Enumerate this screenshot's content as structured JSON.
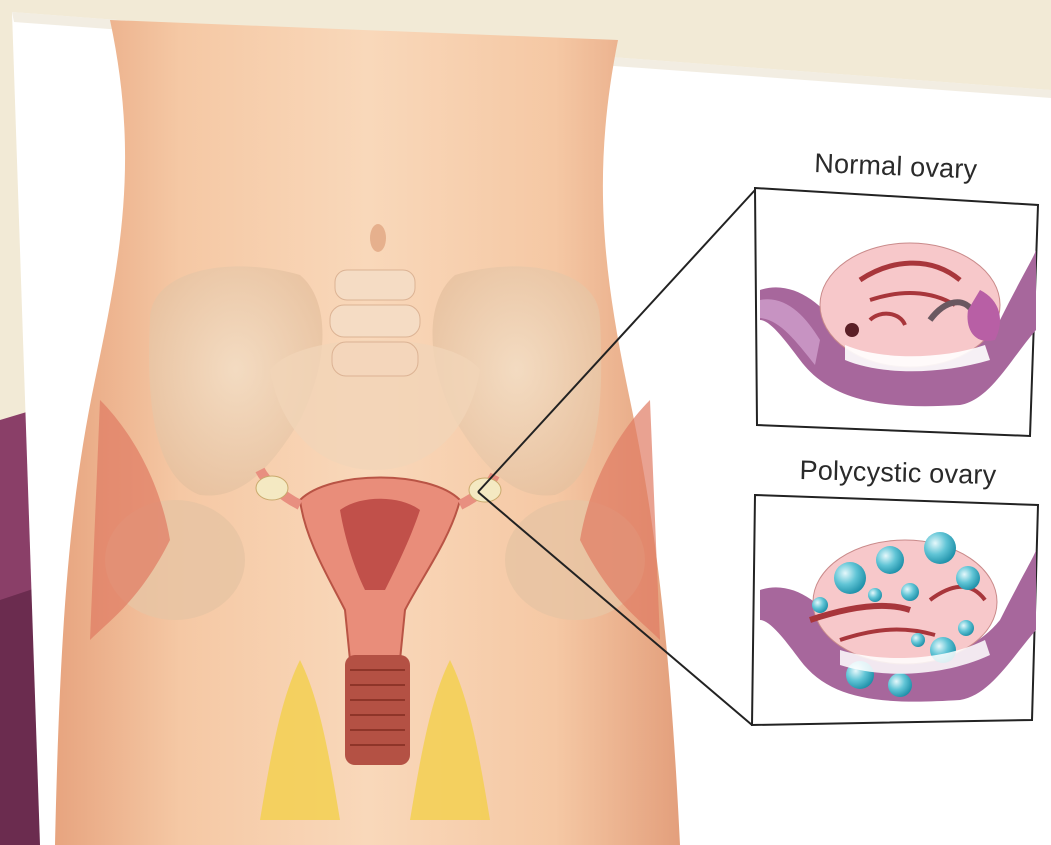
{
  "diagram": {
    "insets": [
      {
        "id": "normal",
        "label": "Normal ovary"
      },
      {
        "id": "polycystic",
        "label": "Polycystic ovary"
      }
    ],
    "colors": {
      "background": "#f2ead6",
      "accent_purple": "#8a3f68",
      "skin": "#f4c7a1",
      "ovary_pink": "#f7c6c9",
      "cyst_blue": "#39b3c7"
    },
    "illustration": "female-reproductive-anatomy"
  }
}
